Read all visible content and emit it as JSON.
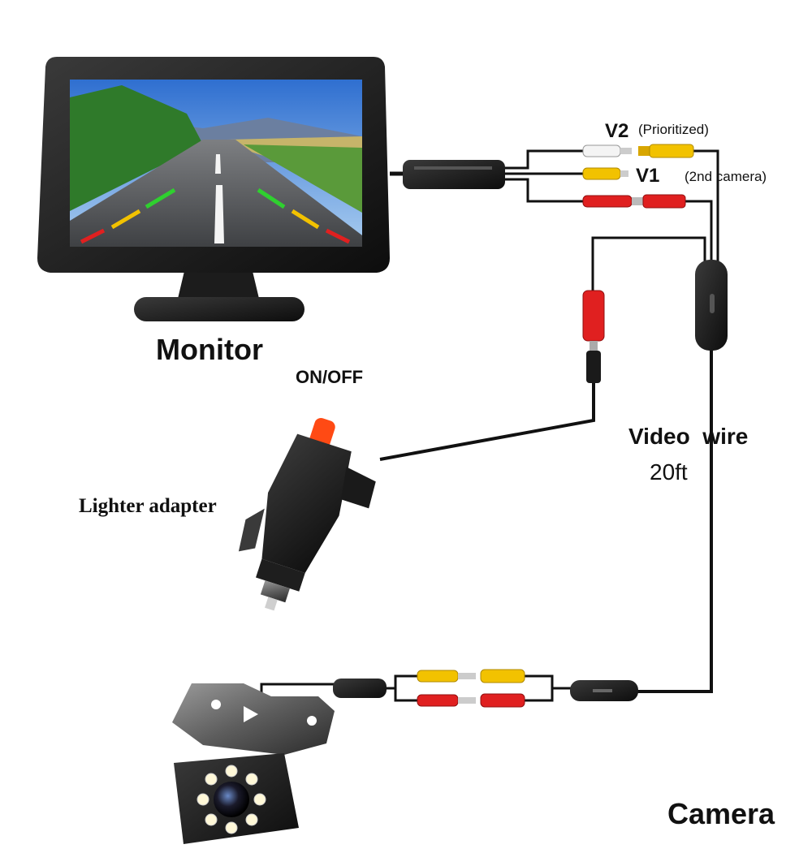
{
  "labels": {
    "monitor": "Monitor",
    "on_off": "ON/OFF",
    "lighter_adapter": "Lighter adapter",
    "video_wire": "Video  wire",
    "wire_length": "20ft",
    "camera": "Camera",
    "v2": "V2",
    "v2_note": "(Prioritized)",
    "v1": "V1",
    "second_camera": "(2nd camera)"
  },
  "colors": {
    "connector_yellow": "#f2c200",
    "connector_red": "#e02020",
    "connector_white": "#f4f4f4",
    "cable": "#111111",
    "power_button": "#ff4a14",
    "led": "#fff8d8"
  }
}
